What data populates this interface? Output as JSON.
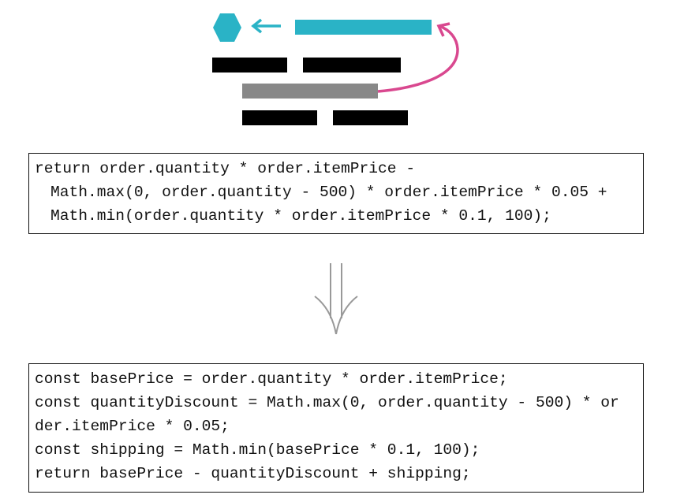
{
  "colors": {
    "accent": "#2ab3c6",
    "highlight_arrow": "#d9488f",
    "statement": "#000000",
    "extracted": "#888888",
    "refactor_arrow": "#999999"
  },
  "icons": {
    "hexagon": "hexagon-icon",
    "left_arrow": "arrow-left-icon",
    "curved_arrow": "curved-arrow-icon",
    "refactor_arrow": "double-arrow-down-icon"
  },
  "before": {
    "lines": [
      "return order.quantity * order.itemPrice -",
      "Math.max(0, order.quantity - 500) * order.itemPrice * 0.05 +",
      "Math.min(order.quantity * order.itemPrice * 0.1, 100);"
    ]
  },
  "after": {
    "lines": [
      "const basePrice = order.quantity * order.itemPrice;",
      "const quantityDiscount = Math.max(0, order.quantity - 500) * or",
      "der.itemPrice * 0.05;",
      "const shipping = Math.min(basePrice * 0.1, 100);",
      "return basePrice - quantityDiscount + shipping;"
    ]
  }
}
